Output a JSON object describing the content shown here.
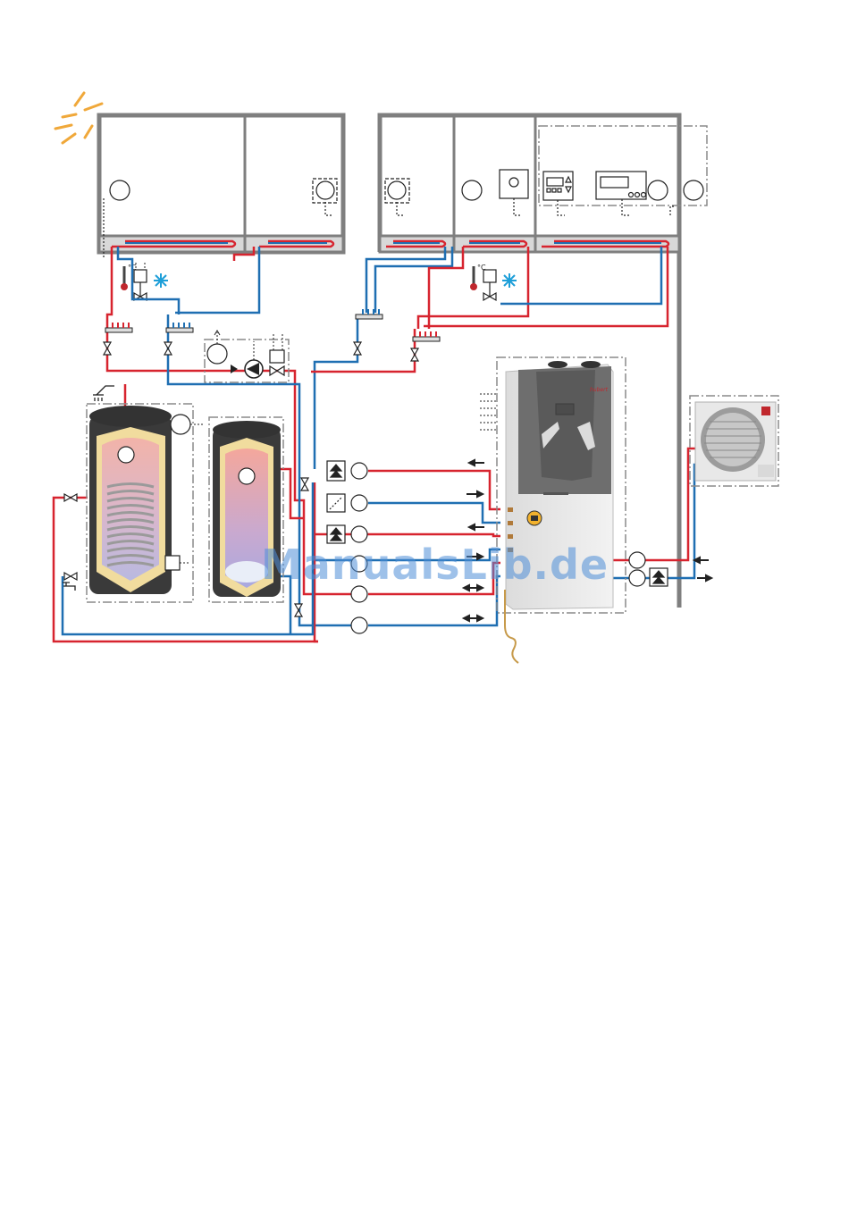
{
  "watermark": {
    "text": "ManualsLib.de"
  },
  "symbols": {
    "degree_celsius": "°C",
    "unit_brand": "hubert"
  },
  "colors": {
    "supply_pipe": "#d7242f",
    "return_pipe": "#1f6fb2",
    "building_outline": "#7f7f7f",
    "sun_rays": "#f0a83a",
    "frost": "#1e9fd8",
    "boundary_dashed": "#8a8a8a",
    "cable": "#c79a4a",
    "watermark": "#4f8fd8"
  },
  "icons": [
    "sun-icon",
    "temperature-sensor-icon",
    "snowflake-icon",
    "valve-icon",
    "pump-icon",
    "shower-head-icon",
    "tap-icon",
    "heat-exchanger-icon",
    "room-controller-icon",
    "outdoor-unit-fan-icon"
  ]
}
